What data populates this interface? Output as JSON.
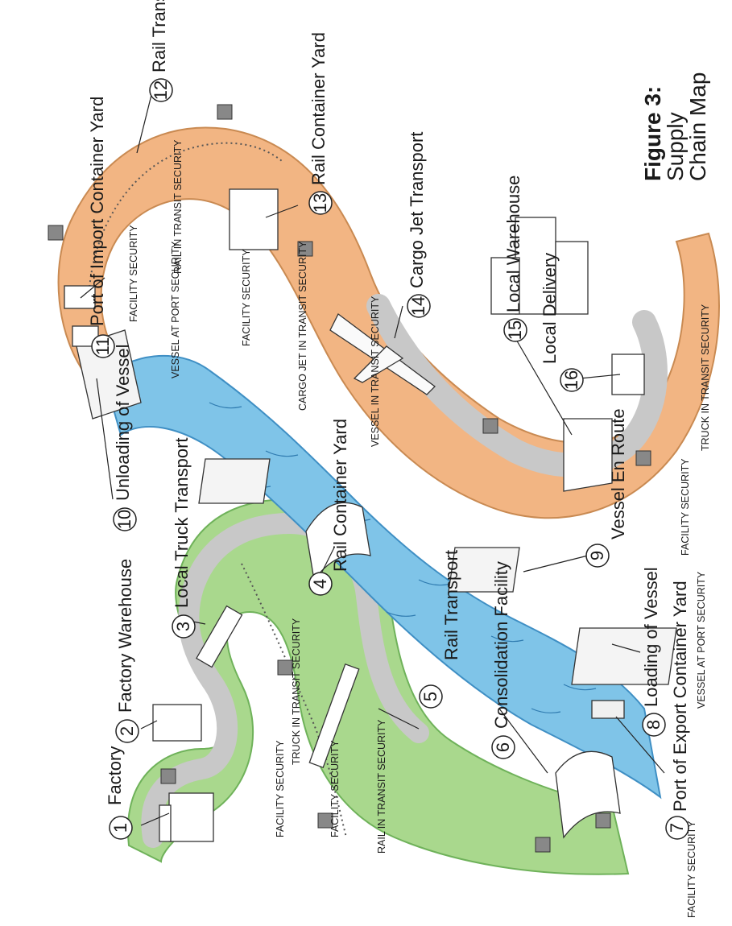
{
  "figure": {
    "title_bold": "Figure 3:",
    "title_line2": "Supply",
    "title_line3": "Chain Map"
  },
  "colors": {
    "green_band": "#a9d88d",
    "green_edge": "#6fb25a",
    "water": "#7fc4e8",
    "water_edge": "#3f8fc4",
    "orange_band": "#f2b583",
    "orange_edge": "#c98a52",
    "road": "#c8c8c8",
    "ink": "#1a1a1a"
  },
  "steps": [
    {
      "num": "1",
      "label": "Factory"
    },
    {
      "num": "2",
      "label": "Factory Warehouse"
    },
    {
      "num": "3",
      "label": "Local Truck Transport"
    },
    {
      "num": "4",
      "label": "Rail Container Yard"
    },
    {
      "num": "5",
      "label": "Rail Transport"
    },
    {
      "num": "6",
      "label": "Consolidation Facility"
    },
    {
      "num": "7",
      "label": "Port of Export Container Yard"
    },
    {
      "num": "8",
      "label": "Loading of Vessel"
    },
    {
      "num": "9",
      "label": "Vessel En Route"
    },
    {
      "num": "10",
      "label": "Unloading of Vessel"
    },
    {
      "num": "11",
      "label": "Port of Import Container Yard"
    },
    {
      "num": "12",
      "label": "Rail Transport"
    },
    {
      "num": "13",
      "label": "Rail Container Yard"
    },
    {
      "num": "14",
      "label": "Cargo Jet Transport"
    },
    {
      "num": "15",
      "label": "Local Warehouse"
    },
    {
      "num": "16",
      "label": "Local Delivery"
    }
  ],
  "security": [
    "FACILITY SECURITY",
    "TRUCK IN TRANSIT SECURITY",
    "FACILITY SECURITY",
    "RAIL IN TRANSIT SECURITY",
    "FACILITY SECURITY",
    "VESSEL AT PORT SECURITY",
    "VESSEL IN TRANSIT SECURITY",
    "VESSEL AT PORT SECURITY",
    "FACILITY SECURITY",
    "RAIL IN TRANSIT SECURITY",
    "FACILITY SECURITY",
    "CARGO JET IN TRANSIT SECURITY",
    "FACILITY SECURITY",
    "TRUCK IN TRANSIT SECURITY"
  ]
}
